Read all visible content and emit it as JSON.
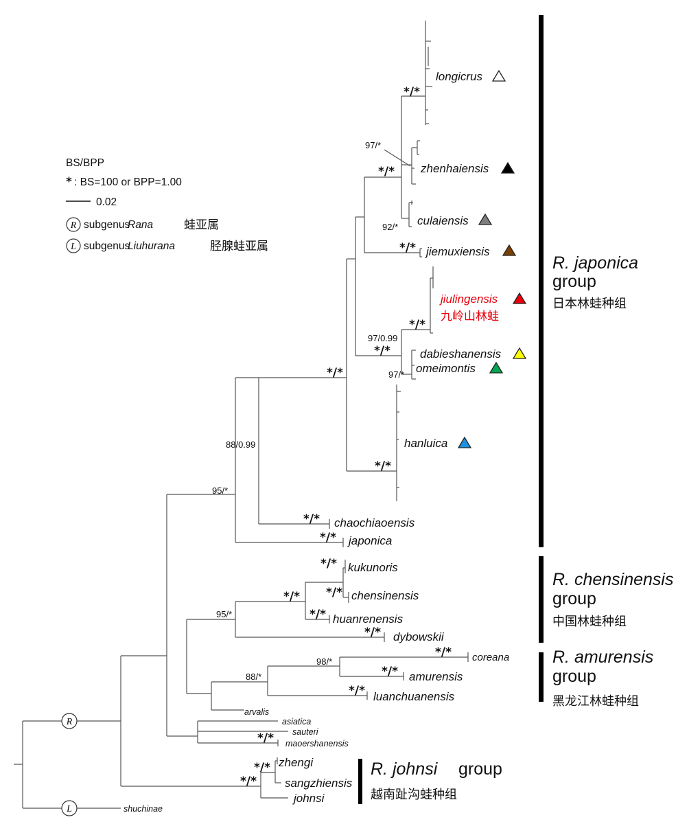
{
  "legend": {
    "support_title": "BS/BPP",
    "star_symbol": "*",
    "star_meaning": ": BS=100 or BPP=1.00",
    "scale_value": "0.02",
    "subgenus_rana": {
      "marker": "R",
      "prefix": "subgenus",
      "name": "Rana",
      "cn": "蛙亚属"
    },
    "subgenus_liuhurana": {
      "marker": "L",
      "prefix": "subgenus",
      "name": "Liuhurana",
      "cn": "胫腺蛙亚属"
    }
  },
  "taxa": {
    "longicrus": "longicrus",
    "zhenhaiensis": "zhenhaiensis",
    "culaiensis": "culaiensis",
    "jiemuxiensis": "jiemuxiensis",
    "jiulingensis": "jiulingensis",
    "jiulingensis_cn": "九岭山林蛙",
    "dabieshanensis": "dabieshanensis",
    "omeimontis": "omeimontis",
    "hanluica": "hanluica",
    "chaochiaoensis": "chaochiaoensis",
    "japonica": "japonica",
    "kukunoris": "kukunoris",
    "chensinensis": "chensinensis",
    "huanrenensis": "huanrenensis",
    "dybowskii": "dybowskii",
    "coreana": "coreana",
    "amurensis": "amurensis",
    "luanchuanensis": "luanchuanensis",
    "arvalis": "arvalis",
    "asiatica": "asiatica",
    "sauteri": "sauteri",
    "maoershanensis": "maoershanensis",
    "zhengi": "zhengi",
    "sangzhiensis": "sangzhiensis",
    "johnsi": "johnsi",
    "shuchinae": "shuchinae"
  },
  "support": {
    "longicrus": "*/*",
    "zhen_97": "97/*",
    "zhen_node": "*/*",
    "cul_92": "92/*",
    "jiem": "*/*",
    "jiul": "*/*",
    "n_97_099": "97/0.99",
    "dab": "*/*",
    "ome_97": "97/*",
    "japgrp": "*/*",
    "hanluica": "*/*",
    "n_88_099": "88/0.99",
    "n_95": "95/*",
    "chaochiao": "*/*",
    "japonica": "*/*",
    "kukunoris": "*/*",
    "chensinensis": "*/*",
    "chens_grp": "*/*",
    "huanren": "*/*",
    "n_95b": "95/*",
    "dybowskii": "*/*",
    "coreana": "*/*",
    "n_98": "98/*",
    "amurensis": "*/*",
    "n_88": "88/*",
    "luanchuan": "*/*",
    "maoershan": "*/*",
    "zhengi": "*/*",
    "johnsi_grp": "*/*"
  },
  "groups": {
    "japonica": {
      "name": "R. japonica",
      "word": "group",
      "cn": "日本林蛙种组"
    },
    "chensinensis": {
      "name": "R. chensinensis",
      "word": "group",
      "cn": "中国林蛙种组"
    },
    "amurensis": {
      "name": "R. amurensis",
      "word": "group",
      "cn": "黑龙江林蛙种组"
    },
    "johnsi": {
      "name": "R.  johnsi",
      "word": "group",
      "cn": "越南趾沟蛙种组"
    }
  },
  "colors": {
    "highlight": "#e8000b",
    "longicrus": "#ffffff",
    "zhenhaiensis": "#000000",
    "culaiensis": "#7f7f7f",
    "jiemuxiensis": "#7b3f00",
    "jiulingensis": "#e8000b",
    "dabieshanensis": "#ffff00",
    "omeimontis": "#00a651",
    "hanluica": "#1e90e0"
  }
}
